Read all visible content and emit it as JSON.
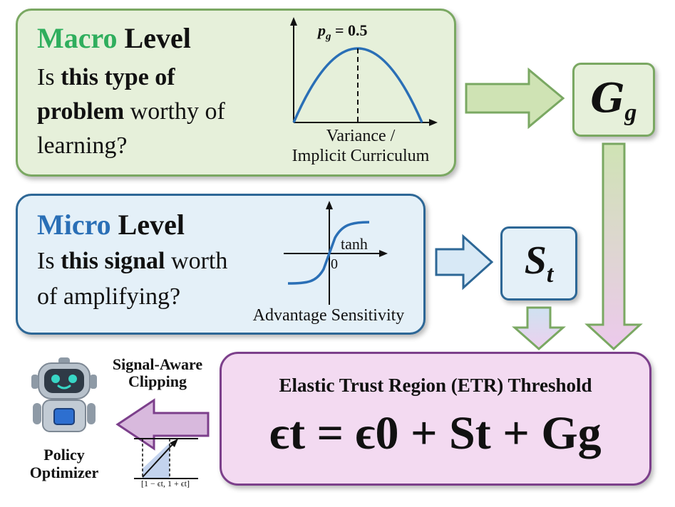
{
  "colors": {
    "macro_fill": "#e6f0da",
    "macro_border": "#7aa862",
    "macro_accent": "#2fae5d",
    "micro_fill": "#e4f0f8",
    "micro_border": "#2d6796",
    "micro_accent": "#2a6fb6",
    "etr_fill": "#f3daf1",
    "etr_border": "#7c3f8b"
  },
  "macro": {
    "title_colored": "Macro",
    "title_rest": "Level",
    "q1": "Is",
    "q2": "this type of",
    "q3": "problem",
    "q4": "worthy of",
    "q5": "learning?",
    "plot_label": "p_g = 0.5",
    "caption1": "Variance /",
    "caption2": "Implicit Curriculum"
  },
  "micro": {
    "title_colored": "Micro",
    "title_rest": "Level",
    "q1": "Is",
    "q2": "this signal",
    "q3": "worth",
    "q4": "of amplifying?",
    "plot_func": "tanh",
    "plot_zero": "0",
    "caption": "Advantage Sensitivity"
  },
  "g_symbol": {
    "main": "G",
    "sub": "g"
  },
  "s_symbol": {
    "main": "S",
    "sub": "t"
  },
  "etr": {
    "title": "Elastic Trust Region (ETR) Threshold",
    "formula": "ϵt = ϵ0 + St + Gg"
  },
  "robot": {
    "clip_label1": "Signal-Aware",
    "clip_label2": "Clipping",
    "name1": "Policy",
    "name2": "Optimizer",
    "interval": "[1 − ϵt, 1 + ϵt]"
  }
}
